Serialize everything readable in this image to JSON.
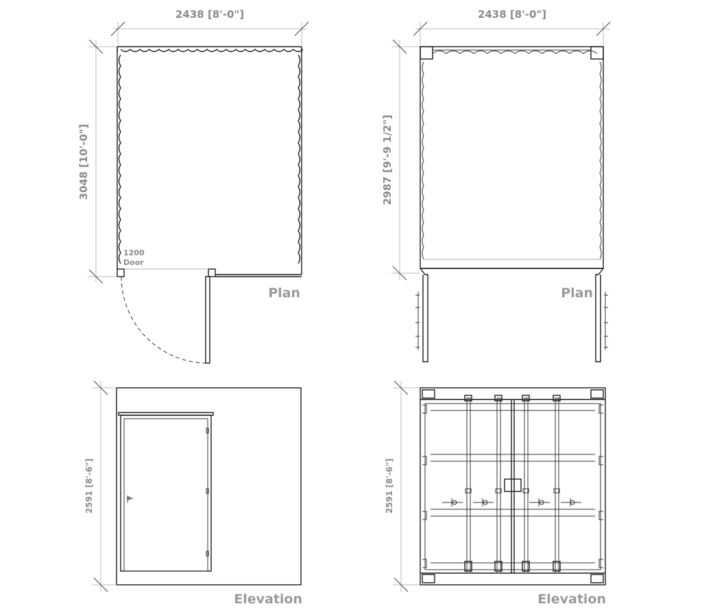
{
  "left_plan": {
    "width_dim": "2438 [8'-0\"]",
    "length_dim": "3048 [10'-0\"]",
    "door_width": "1200",
    "door_label": "Door",
    "view_label": "Plan"
  },
  "right_plan": {
    "width_dim": "2438 [8'-0\"]",
    "length_dim": "2987 [9'-9 1/2\"]",
    "view_label": "Plan"
  },
  "left_elevation": {
    "height_dim": "2591 [8'-6\"]",
    "view_label": "Elevation"
  },
  "right_elevation": {
    "height_dim": "2591 [8'-6\"]",
    "view_label": "Elevation"
  }
}
